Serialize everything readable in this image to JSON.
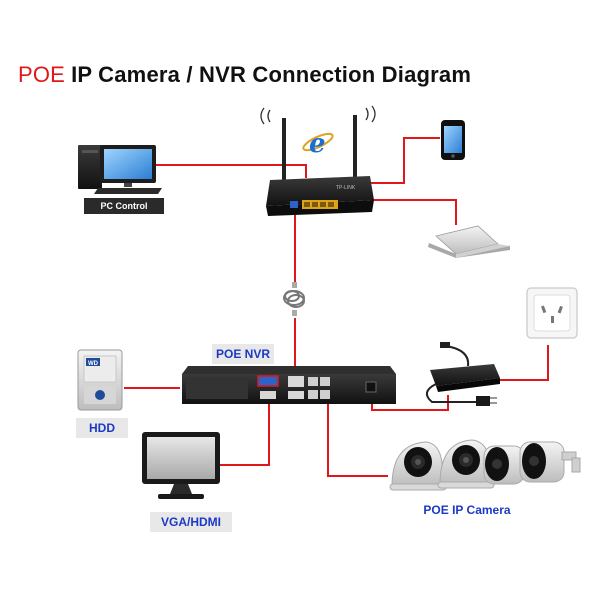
{
  "title": {
    "prefix": "POE",
    "main": "IP Camera / NVR Connection Diagram"
  },
  "labels": {
    "pc_control": "PC Control",
    "poe_nvr": "POE NVR",
    "hdd": "HDD",
    "vga_hdmi": "VGA/HDMI",
    "poe_ip_camera": "POE IP Camera",
    "router_brand": "TP-LINK",
    "hdd_brand": "WD",
    "ie_glyph": "e"
  },
  "colors": {
    "title_accent": "#e0181b",
    "connection_line": "#e0181b",
    "label_blue": "#1b39c4",
    "label_dark_bg": "#2a2a2a",
    "device_dark": "#1e1e1e",
    "ie_blue": "#1a6fd1"
  },
  "icons": [
    "pc-icon",
    "router-icon",
    "ie-icon",
    "phone-icon",
    "laptop-icon",
    "ethernet-cable-icon",
    "wall-socket-icon",
    "hdd-icon",
    "nvr-icon",
    "power-adapter-icon",
    "monitor-icon",
    "dome-camera-icon",
    "bullet-camera-icon"
  ]
}
